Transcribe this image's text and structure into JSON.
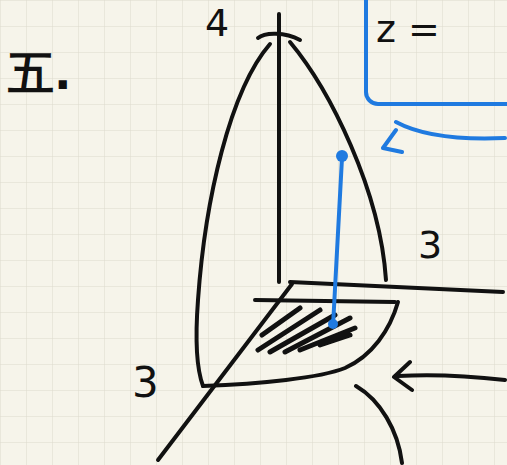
{
  "diagram": {
    "nodes": [
      {
        "text": [
          "z ="
        ]
      }
    ],
    "labels": [
      "五.",
      "4",
      "3",
      "3"
    ]
  }
}
